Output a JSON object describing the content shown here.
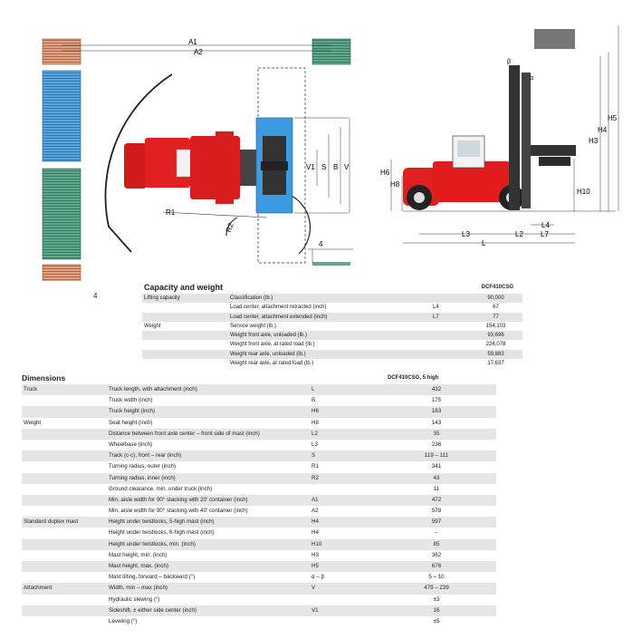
{
  "drawing_labels": {
    "a1": "A1",
    "a2": "A2",
    "r1": "R1",
    "r2": "R2",
    "v1": "V1",
    "s": "S",
    "b": "B",
    "v": "V",
    "four_top": "4",
    "four_left": "4",
    "h6": "H6",
    "h8": "H8",
    "h10": "H10",
    "h3": "H3",
    "h4": "H4",
    "h5": "H5",
    "l3": "L3",
    "l2": "L2",
    "l4": "L4",
    "l7": "L7",
    "l": "L",
    "beta": "β",
    "alpha": "α"
  },
  "capacity": {
    "title": "Capacity and weight",
    "model": "DCF410CSG",
    "rows": [
      {
        "c1": "Lifting capacity",
        "c2": "Classification (lb.)",
        "c3": "",
        "c4": "90,000"
      },
      {
        "c1": "",
        "c2": "Load center, attachment retracted (inch)",
        "c3": "L4",
        "c4": "67"
      },
      {
        "c1": "",
        "c2": "Load center, attachment extended (inch)",
        "c3": "L7",
        "c4": "77"
      },
      {
        "c1": "Weight",
        "c2": "Service weight (lb.)",
        "c3": "",
        "c4": "154,103"
      },
      {
        "c1": "",
        "c2": "Weight front axle, unloaded (lb.)",
        "c3": "",
        "c4": "93,696"
      },
      {
        "c1": "",
        "c2": "Weight front axle, at rated load (lb.)",
        "c3": "",
        "c4": "224,078"
      },
      {
        "c1": "",
        "c2": "Weight rear axle, unloaded (lb.)",
        "c3": "",
        "c4": "59,883"
      },
      {
        "c1": "",
        "c2": "Weight rear axle, at rated load (lb.)",
        "c3": "",
        "c4": "17,637"
      }
    ]
  },
  "dimensions": {
    "title": "Dimensions",
    "model": "DCF410CSG, 5 high",
    "rows": [
      {
        "c1": "Truck",
        "c2": "Truck length, with attachment (inch)",
        "c3": "L",
        "c4": "432"
      },
      {
        "c1": "",
        "c2": "Truck width (inch)",
        "c3": "B",
        "c4": "175"
      },
      {
        "c1": "",
        "c2": "Truck height (inch)",
        "c3": "H6",
        "c4": "183"
      },
      {
        "c1": "Weight",
        "c2": "Seat height (inch)",
        "c3": "H8",
        "c4": "143"
      },
      {
        "c1": "",
        "c2": "Distance between front axle center – front side of mast (inch)",
        "c3": "L2",
        "c4": "35"
      },
      {
        "c1": "",
        "c2": "Wheelbase (inch)",
        "c3": "L3",
        "c4": "236"
      },
      {
        "c1": "",
        "c2": "Track (c-c), front – rear (inch)",
        "c3": "S",
        "c4": "119 – 111"
      },
      {
        "c1": "",
        "c2": "Turning radius, outer (inch)",
        "c3": "R1",
        "c4": "341"
      },
      {
        "c1": "",
        "c2": "Turning radius, inner (inch)",
        "c3": "R2",
        "c4": "43"
      },
      {
        "c1": "",
        "c2": "Ground clearance, min. under truck (inch)",
        "c3": "",
        "c4": "11"
      },
      {
        "c1": "",
        "c2": "Min. aisle width for 90° stacking with 20' container (inch)",
        "c3": "A1",
        "c4": "472"
      },
      {
        "c1": "",
        "c2": "Min. aisle width for 90° stacking with 40' container (inch)",
        "c3": "A2",
        "c4": "578"
      },
      {
        "c1": "Standard duplex mast",
        "c2": "Height under twistlocks, 5-high mast (inch)",
        "c3": "H4",
        "c4": "597"
      },
      {
        "c1": "",
        "c2": "Height under twistlocks, 6-high mast (inch)",
        "c3": "H4",
        "c4": "–"
      },
      {
        "c1": "",
        "c2": "Height under twistlocks, min. (inch)",
        "c3": "H10",
        "c4": "85"
      },
      {
        "c1": "",
        "c2": "Mast height, min. (inch)",
        "c3": "H3",
        "c4": "362"
      },
      {
        "c1": "",
        "c2": "Mast height, max. (inch)",
        "c3": "H5",
        "c4": "676"
      },
      {
        "c1": "",
        "c2": "Mast tilting, forward – backward (°)",
        "c3": "α – β",
        "c4": "5 – 10"
      },
      {
        "c1": "Attachment",
        "c2": "Width, min – max (inch)",
        "c3": "V",
        "c4": "479 – 239"
      },
      {
        "c1": "",
        "c2": "Hydraulic slewing (°)",
        "c3": "",
        "c4": "±3"
      },
      {
        "c1": "",
        "c2": "Sideshift, ± either side center (inch)",
        "c3": "V1",
        "c4": "16"
      },
      {
        "c1": "",
        "c2": "Leveling (°)",
        "c3": "",
        "c4": "±5"
      }
    ]
  }
}
